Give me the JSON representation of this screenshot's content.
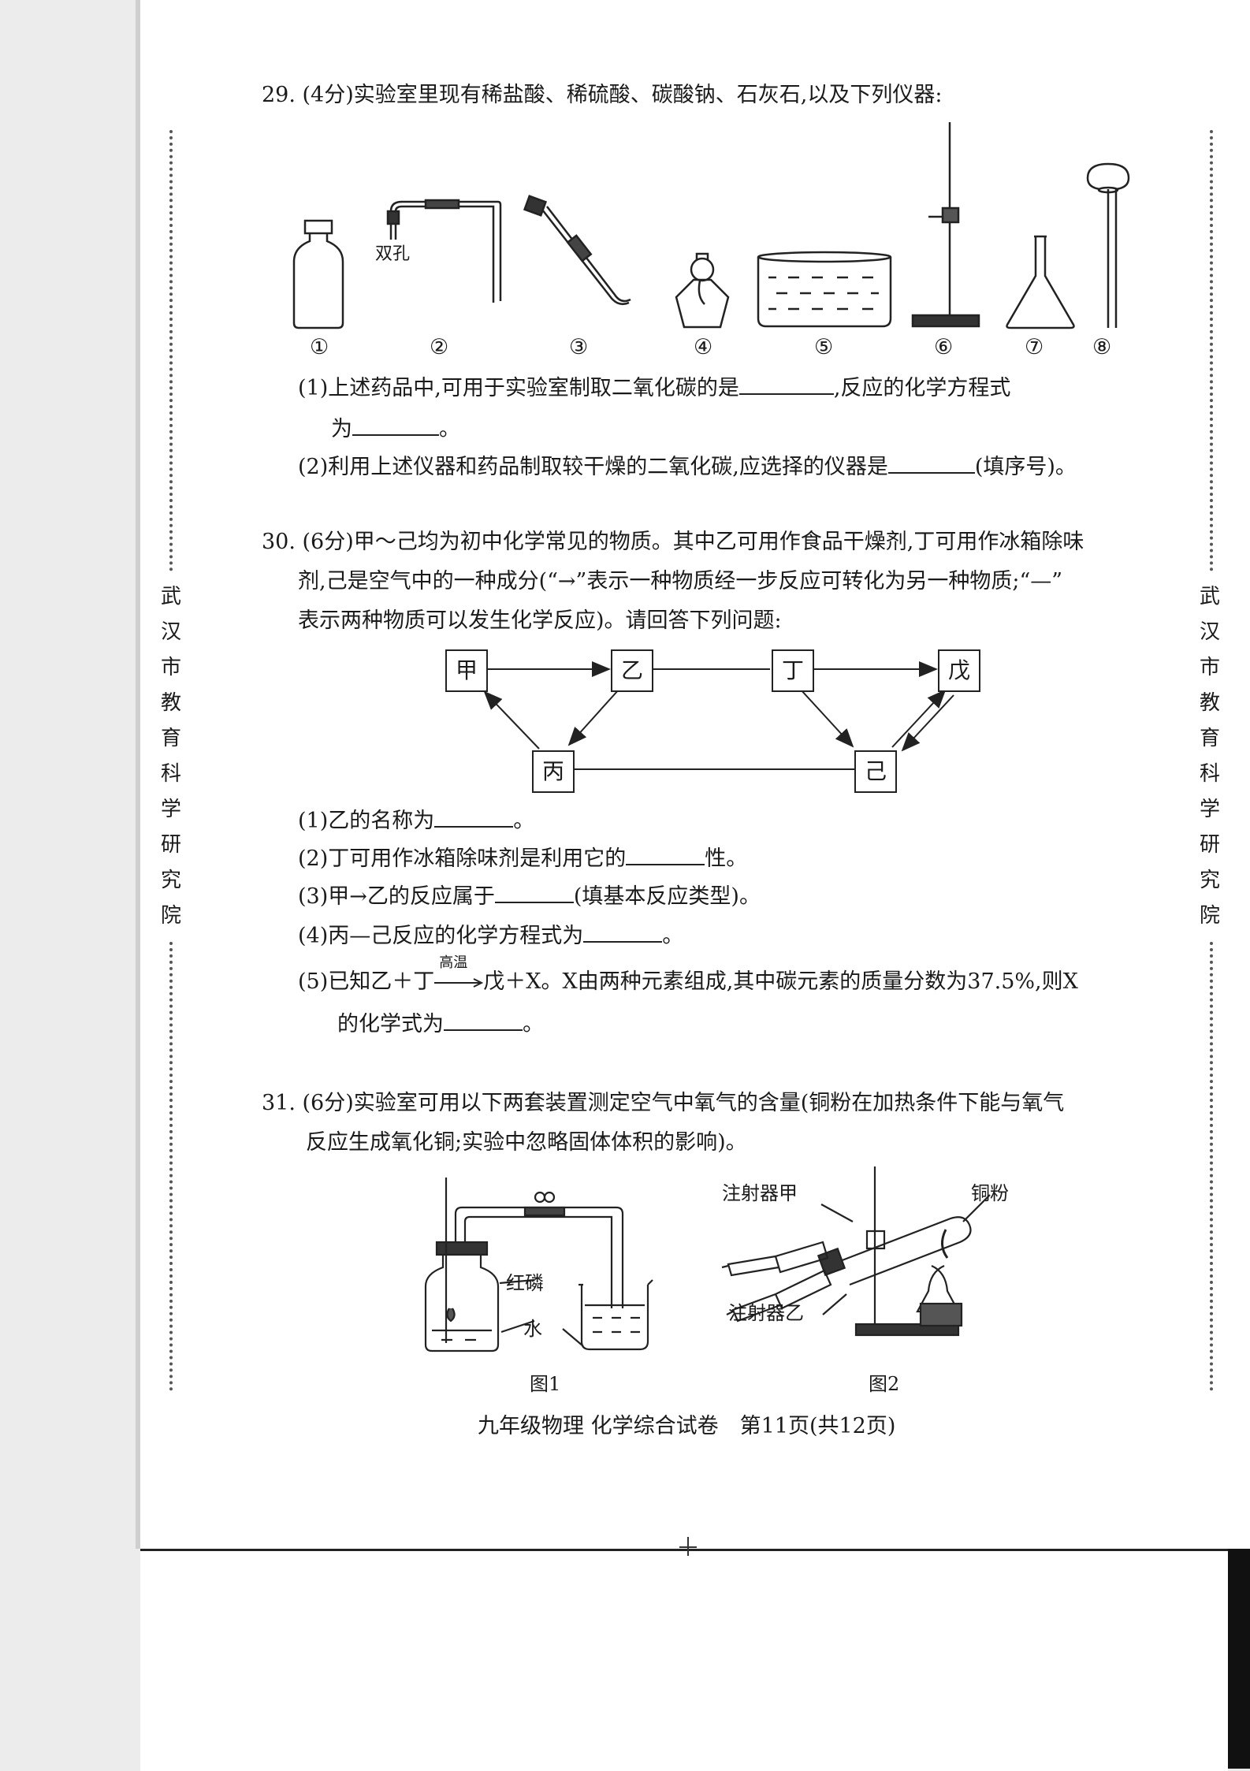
{
  "side_label": [
    "武",
    "汉",
    "市",
    "教",
    "育",
    "科",
    "学",
    "研",
    "究",
    "院"
  ],
  "q29": {
    "stem": "29. (4分)实验室里现有稀盐酸、稀硫酸、碳酸钠、石灰石,以及下列仪器:",
    "hole_label": "双孔",
    "numbers": [
      "①",
      "②",
      "③",
      "④",
      "⑤",
      "⑥",
      "⑦",
      "⑧"
    ],
    "p1_a": "(1)上述药品中,可用于实验室制取二氧化碳的是",
    "p1_b": ",反应的化学方程式",
    "p1_c": "为",
    "p1_d": "。",
    "p2_a": "(2)利用上述仪器和药品制取较干燥的二氧化碳,应选择的仪器是",
    "p2_b": "(填序号)。"
  },
  "q30": {
    "line1": "30. (6分)甲～己均为初中化学常见的物质。其中乙可用作食品干燥剂,丁可用作冰箱除味",
    "line2": "剂,己是空气中的一种成分(“→”表示一种物质经一步反应可转化为另一种物质;“—”",
    "line3": "表示两种物质可以发生化学反应)。请回答下列问题:",
    "nodes": {
      "jia": "甲",
      "yi": "乙",
      "bing": "丙",
      "ding": "丁",
      "wu": "戊",
      "ji": "己"
    },
    "p1_a": "(1)乙的名称为",
    "p1_b": "。",
    "p2_a": "(2)丁可用作冰箱除味剂是利用它的",
    "p2_b": "性。",
    "p3_a": "(3)甲→乙的反应属于",
    "p3_b": "(填基本反应类型)。",
    "p4_a": "(4)丙—己反应的化学方程式为",
    "p4_b": "。",
    "p5_a": "(5)已知乙＋丁",
    "p5_cond": "高温",
    "p5_b": "戊＋X。X由两种元素组成,其中碳元素的质量分数为37.5%,则X",
    "p5_c": "的化学式为",
    "p5_d": "。"
  },
  "q31": {
    "line1": "31. (6分)实验室可用以下两套装置测定空气中氧气的含量(铜粉在加热条件下能与氧气",
    "line2": "反应生成氧化铜;实验中忽略固体体积的影响)。",
    "label_red_p": "红磷",
    "label_water": "水",
    "label_syringe_a": "注射器甲",
    "label_syringe_b": "注射器乙",
    "label_cu": "铜粉",
    "fig1": "图1",
    "fig2": "图2"
  },
  "footer": "九年级物理 化学综合试卷　第11页(共12页)"
}
